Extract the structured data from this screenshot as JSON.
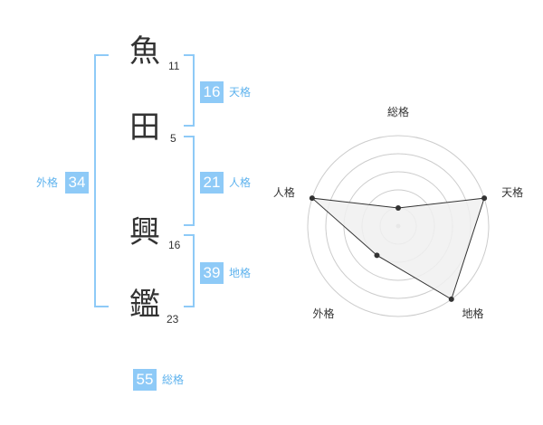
{
  "name": {
    "chars": [
      {
        "char": "魚",
        "strokes": "11"
      },
      {
        "char": "田",
        "strokes": "5"
      },
      {
        "char": "興",
        "strokes": "16"
      },
      {
        "char": "鑑",
        "strokes": "23"
      }
    ]
  },
  "kakusu": {
    "tenkaku": {
      "value": "16",
      "label": "天格"
    },
    "jinkaku": {
      "value": "21",
      "label": "人格"
    },
    "chikaku": {
      "value": "39",
      "label": "地格"
    },
    "gaikaku": {
      "value": "34",
      "label": "外格"
    },
    "soukaku": {
      "value": "55",
      "label": "総格"
    }
  },
  "chart_data": {
    "type": "radar",
    "axes": [
      "総格",
      "天格",
      "地格",
      "外格",
      "人格"
    ],
    "values": [
      1,
      5,
      5,
      2,
      5
    ],
    "rmax": 5,
    "rings": 5,
    "grid": true,
    "fill_color": "#f0f0f0",
    "line_color": "#333333",
    "grid_color": "#cccccc"
  }
}
